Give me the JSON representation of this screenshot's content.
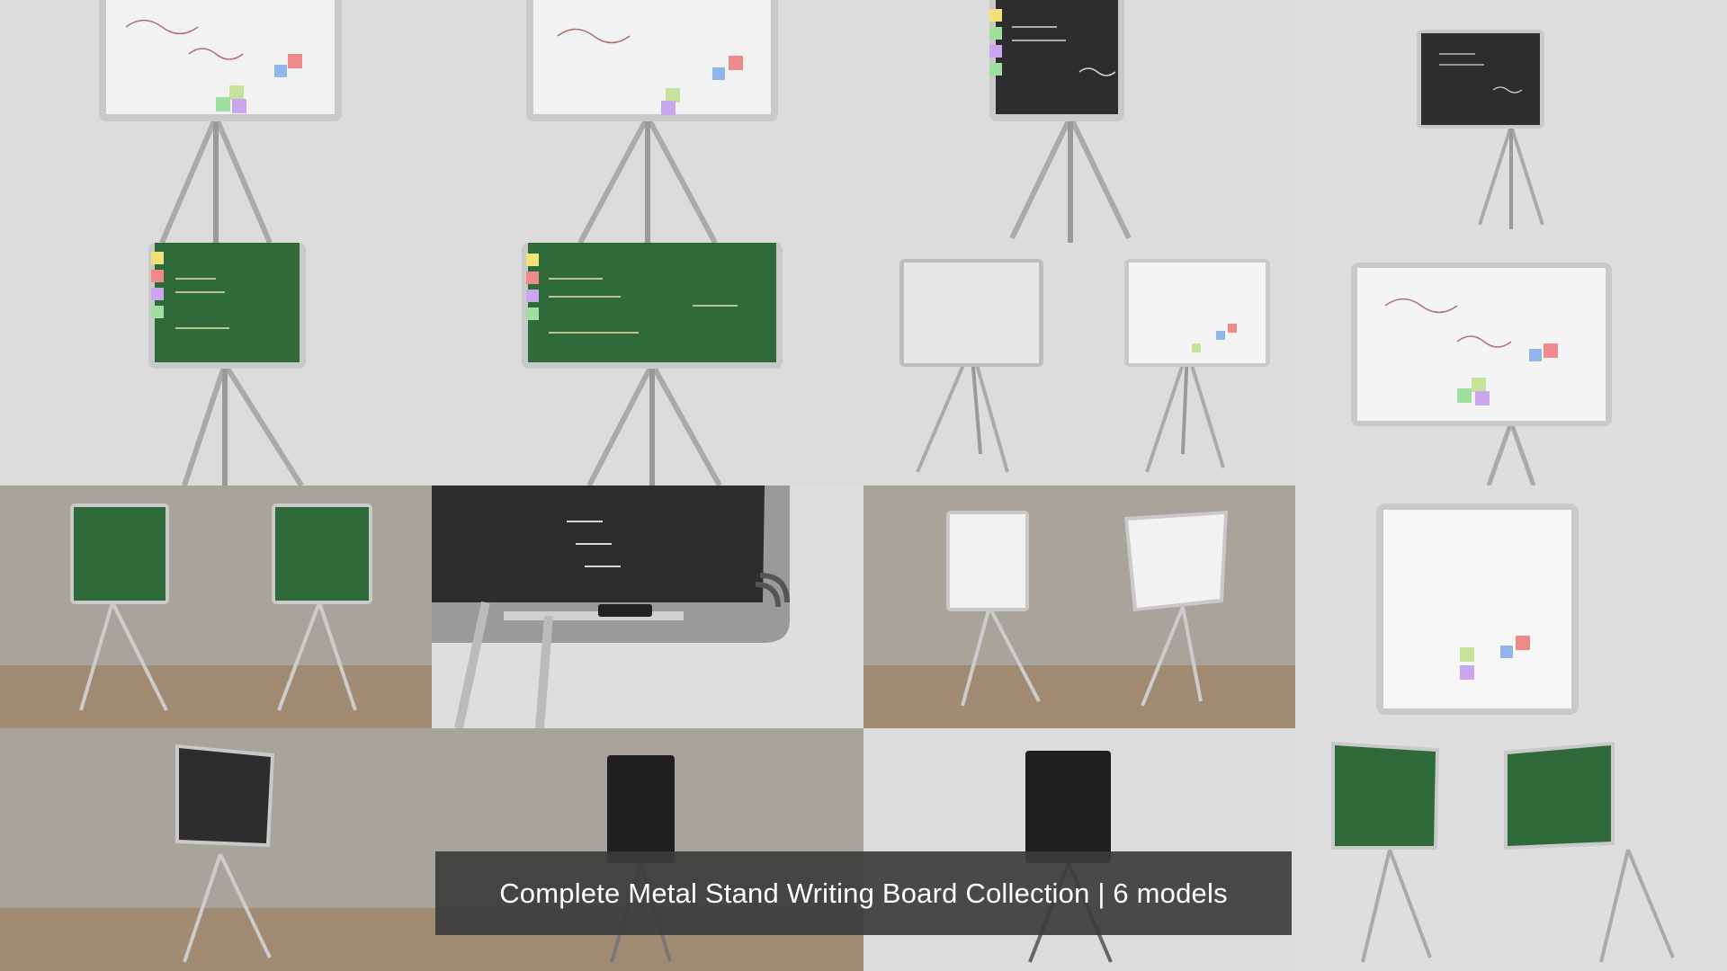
{
  "caption": {
    "title": "Complete Metal Stand Writing Board Collection | 6 models"
  },
  "colors": {
    "studio_background": "#dcdcdc",
    "room_wall": "#a8a49c",
    "room_floor": "#a08a72",
    "whiteboard": "#f2f2f2",
    "chalkboard_green": "#2f6a3a",
    "chalkboard_black": "#2d2d2d",
    "aluminium_frame": "#c9c9c9",
    "caption_bar": "#3c3c3c"
  },
  "tiles": [
    {
      "id": "t1",
      "scene": "studio",
      "boards": [
        {
          "type": "whiteboard",
          "view": "front"
        }
      ]
    },
    {
      "id": "t2",
      "scene": "studio",
      "boards": [
        {
          "type": "whiteboard",
          "view": "front"
        }
      ]
    },
    {
      "id": "t3",
      "scene": "studio",
      "boards": [
        {
          "type": "blackboard",
          "view": "front"
        }
      ]
    },
    {
      "id": "t4",
      "scene": "studio",
      "boards": [
        {
          "type": "blackboard",
          "view": "front"
        }
      ]
    },
    {
      "id": "t5",
      "scene": "studio",
      "boards": [
        {
          "type": "greenboard",
          "view": "front"
        }
      ]
    },
    {
      "id": "t6",
      "scene": "studio",
      "boards": [
        {
          "type": "greenboard",
          "view": "front"
        }
      ]
    },
    {
      "id": "t7",
      "scene": "studio",
      "boards": [
        {
          "type": "whiteboard",
          "view": "back"
        },
        {
          "type": "whiteboard",
          "view": "front"
        }
      ]
    },
    {
      "id": "t8",
      "scene": "studio",
      "boards": [
        {
          "type": "whiteboard",
          "view": "front"
        }
      ]
    },
    {
      "id": "t9",
      "scene": "room",
      "boards": [
        {
          "type": "greenboard",
          "view": "front"
        },
        {
          "type": "greenboard",
          "view": "angled"
        }
      ]
    },
    {
      "id": "t10",
      "scene": "closeup",
      "boards": [
        {
          "type": "blackboard",
          "view": "detail"
        }
      ]
    },
    {
      "id": "t11",
      "scene": "room",
      "boards": [
        {
          "type": "whiteboard",
          "view": "angled"
        },
        {
          "type": "whiteboard",
          "view": "angled"
        }
      ]
    },
    {
      "id": "t12",
      "scene": "studio",
      "boards": [
        {
          "type": "whiteboard",
          "view": "front"
        }
      ]
    },
    {
      "id": "t13",
      "scene": "room",
      "boards": [
        {
          "type": "blackboard",
          "view": "front"
        }
      ]
    },
    {
      "id": "t14",
      "scene": "room",
      "boards": [
        {
          "type": "blackboard",
          "view": "side"
        }
      ]
    },
    {
      "id": "t15",
      "scene": "studio",
      "boards": [
        {
          "type": "blackboard",
          "view": "side"
        }
      ]
    },
    {
      "id": "t16",
      "scene": "studio",
      "boards": [
        {
          "type": "greenboard",
          "view": "front"
        },
        {
          "type": "greenboard",
          "view": "back"
        }
      ]
    }
  ]
}
